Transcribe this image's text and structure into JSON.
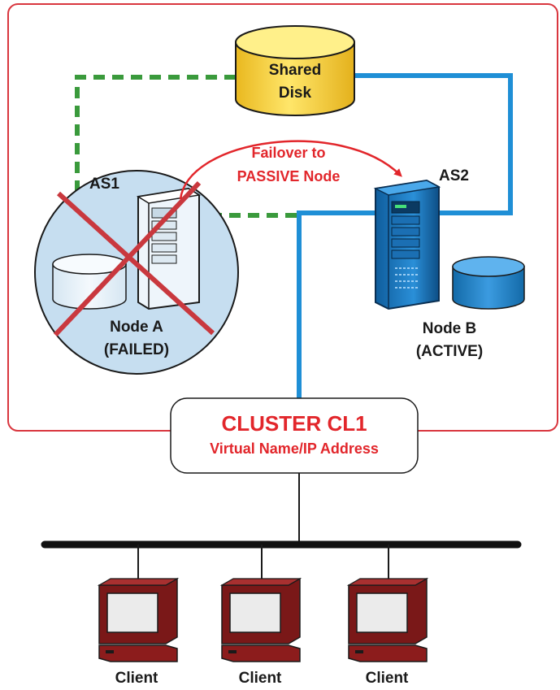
{
  "shared_disk": {
    "line1": "Shared",
    "line2": "Disk"
  },
  "failover": {
    "line1": "Failover to",
    "line2": "PASSIVE Node"
  },
  "node_a": {
    "server_label": "AS1",
    "name": "Node A",
    "status": "(FAILED)"
  },
  "node_b": {
    "server_label": "AS2",
    "name": "Node B",
    "status": "(ACTIVE)"
  },
  "cluster": {
    "title": "CLUSTER CL1",
    "subtitle": "Virtual Name/IP Address"
  },
  "clients": [
    {
      "label": "Client"
    },
    {
      "label": "Client"
    },
    {
      "label": "Client"
    }
  ],
  "colors": {
    "cluster_border": "#d9363e",
    "active_link": "#1f8fd6",
    "inactive_link": "#3a9a3c",
    "shared_disk": "#f5d33a",
    "server_blue": "#1f7cc4",
    "failed_circle": "#c6def0",
    "cross": "#c9383e",
    "client_red": "#8c1c1c"
  }
}
